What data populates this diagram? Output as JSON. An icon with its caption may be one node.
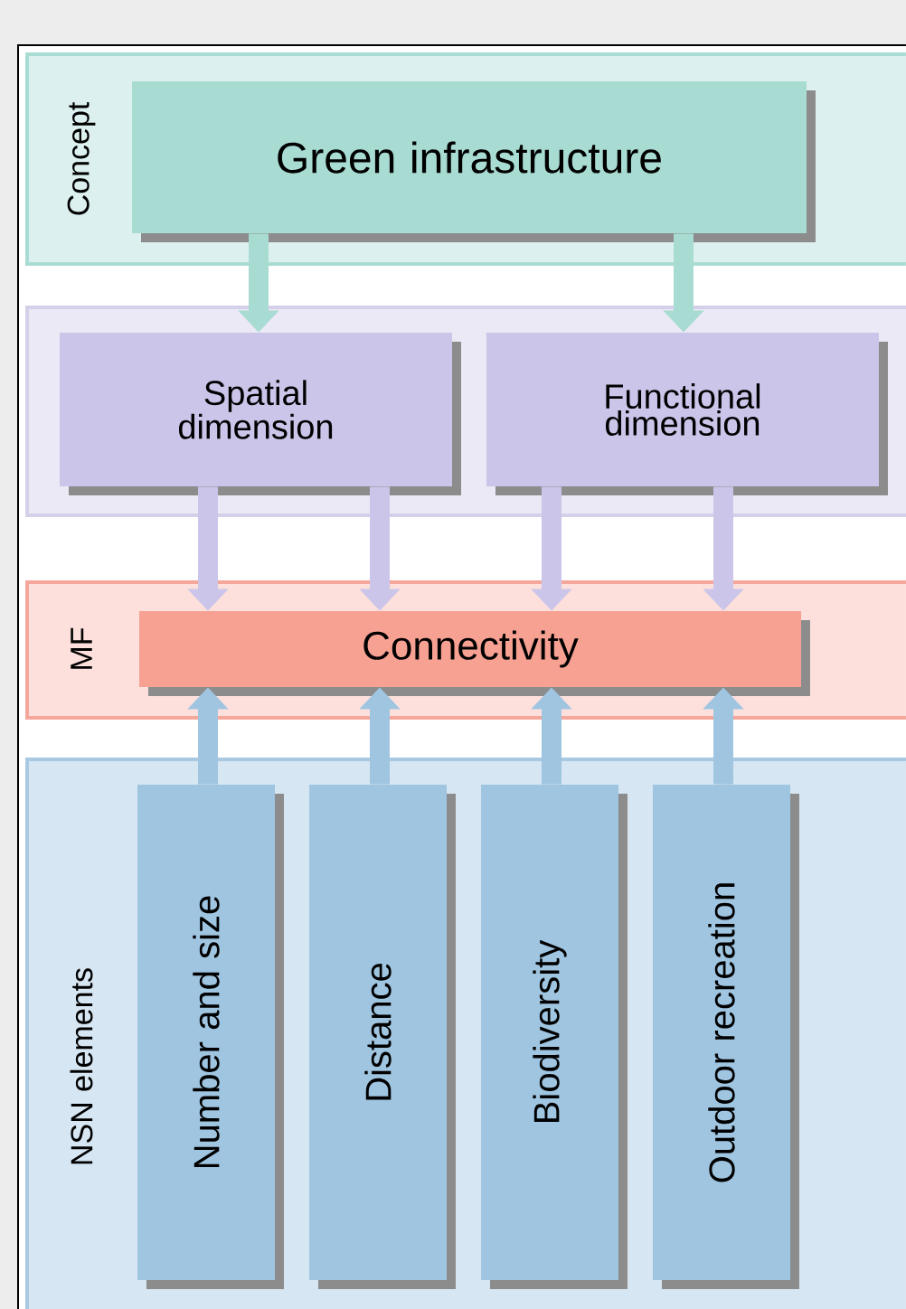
{
  "diagram": {
    "nodes": [
      {
        "text": [
          "Concept"
        ]
      },
      {
        "text": [
          "Green infrastructure"
        ],
        "in": 0
      },
      {
        "text": [],
        "shape": "box"
      },
      {
        "text": [
          "Spatial dimension"
        ],
        "in": 2
      },
      {
        "text": [
          "Functional dimension"
        ],
        "in": 2
      },
      {
        "text": [
          "MF"
        ]
      },
      {
        "text": [
          "Connectivity"
        ],
        "in": 5
      },
      {
        "text": [
          "NSN elements"
        ]
      },
      {
        "text": [
          "Number and size"
        ],
        "in": 7
      },
      {
        "text": [
          "Distance"
        ],
        "in": 7
      },
      {
        "text": [
          "Biodiversity"
        ],
        "in": 7
      },
      {
        "text": [
          "Outdoor recreation"
        ],
        "in": 7
      }
    ],
    "edges": [
      {
        "from": 1,
        "to": 3,
        "arrow": "to",
        "color": "#a8dcd3"
      },
      {
        "from": 1,
        "to": 4,
        "arrow": "to",
        "color": "#a8dcd3"
      },
      {
        "from": 3,
        "to": 6,
        "arrow": "to",
        "color": "#cbc5ea"
      },
      {
        "from": 3,
        "to": 6,
        "arrow": "to",
        "color": "#cbc5ea"
      },
      {
        "from": 4,
        "to": 6,
        "arrow": "to",
        "color": "#cbc5ea"
      },
      {
        "from": 4,
        "to": 6,
        "arrow": "to",
        "color": "#cbc5ea"
      },
      {
        "from": 8,
        "to": 6,
        "arrow": "to",
        "color": "#9fc5e1"
      },
      {
        "from": 9,
        "to": 6,
        "arrow": "to",
        "color": "#9fc5e1"
      },
      {
        "from": 10,
        "to": 6,
        "arrow": "to",
        "color": "#9fc5e1"
      },
      {
        "from": 11,
        "to": 6,
        "arrow": "to",
        "color": "#9fc5e1"
      }
    ]
  }
}
